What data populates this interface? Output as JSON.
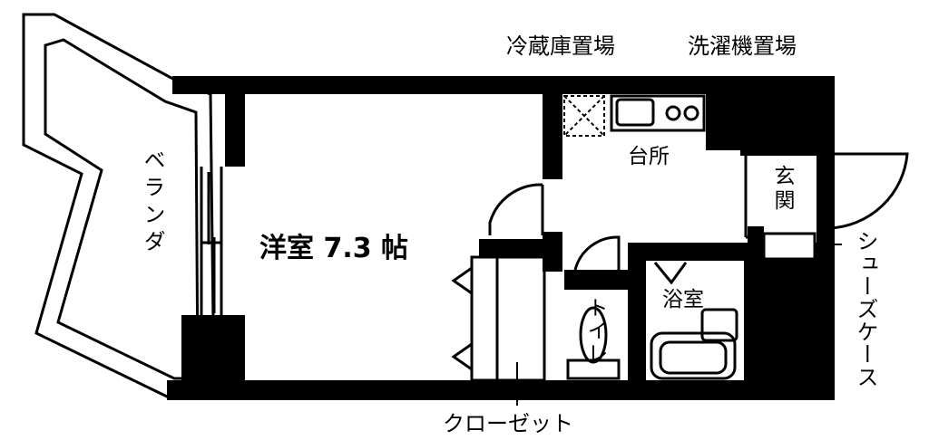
{
  "labels": {
    "fridge": "冷蔵庫置場",
    "washer": "洗濯機置場",
    "kitchen": "台所",
    "entrance": "玄関",
    "shoebox": "シューズケース",
    "bath": "浴室",
    "toilet": "トイレ",
    "room": "洋室 7.3 帖",
    "closet": "クローゼット",
    "balcony": "ベランダ"
  },
  "colors": {
    "wall": "#000000",
    "background": "#ffffff"
  }
}
